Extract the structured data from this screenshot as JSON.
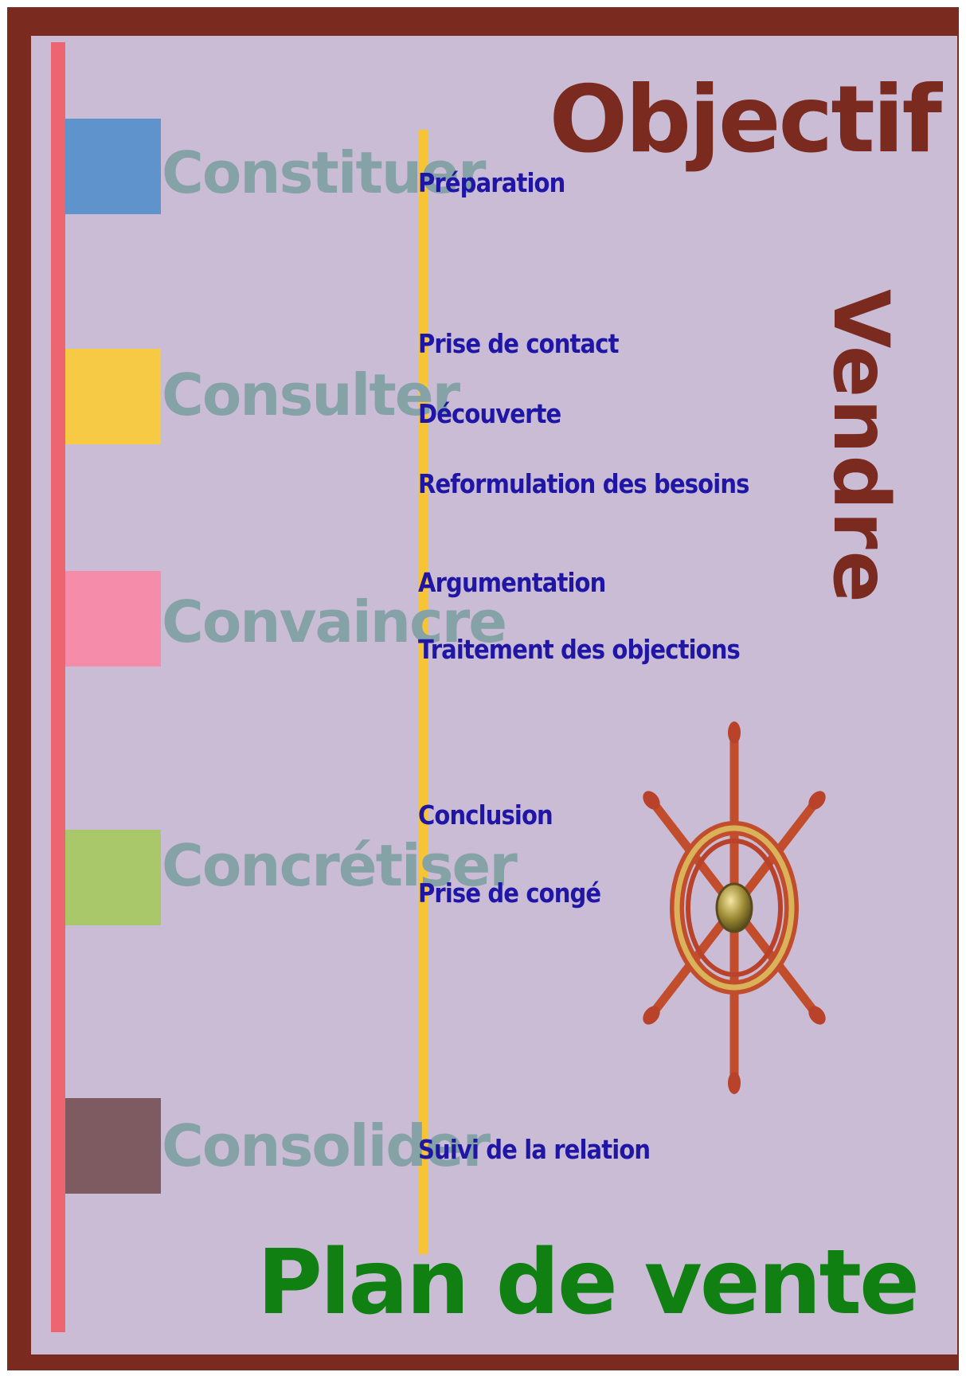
{
  "stages": [
    {
      "label": "Constituer",
      "color": "#5e93cc"
    },
    {
      "label": "Consulter",
      "color": "#f7ca45"
    },
    {
      "label": "Convaincre",
      "color": "#f58caa"
    },
    {
      "label": "Concrétiser",
      "color": "#a8c86a"
    },
    {
      "label": "Consolider",
      "color": "#7d5b61"
    }
  ],
  "steps": [
    "Préparation",
    "Prise de contact",
    "Découverte",
    "Reformulation des besoins",
    "Argumentation",
    "Traitement des objections",
    "Conclusion",
    "Prise de congé",
    "Suivi de la relation"
  ],
  "objectif": "Objectif",
  "vendre": "Vendre",
  "plan_title": "Plan de vente",
  "image": {
    "icon": "ship-wheel-icon"
  },
  "colors": {
    "frame": "#7a2a1e",
    "background": "#cbbcd6",
    "timeline_red": "#ec6570",
    "timeline_yellow": "#f6c435",
    "stage_text": "#85a3a6",
    "step_text": "#1f16a6",
    "objectif_text": "#7a2a1e",
    "plan_text": "#118012"
  }
}
